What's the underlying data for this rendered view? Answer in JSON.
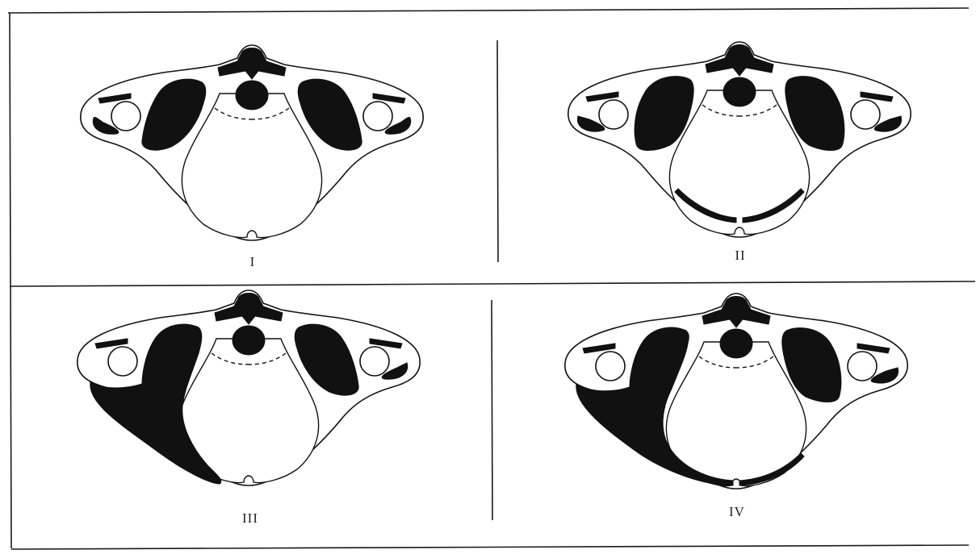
{
  "panels": [
    {
      "id": "I",
      "label": "I"
    },
    {
      "id": "II",
      "label": "II"
    },
    {
      "id": "III",
      "label": "III"
    },
    {
      "id": "IV",
      "label": "IV"
    }
  ],
  "colors": {
    "ink": "#111111",
    "paper": "#ffffff"
  }
}
